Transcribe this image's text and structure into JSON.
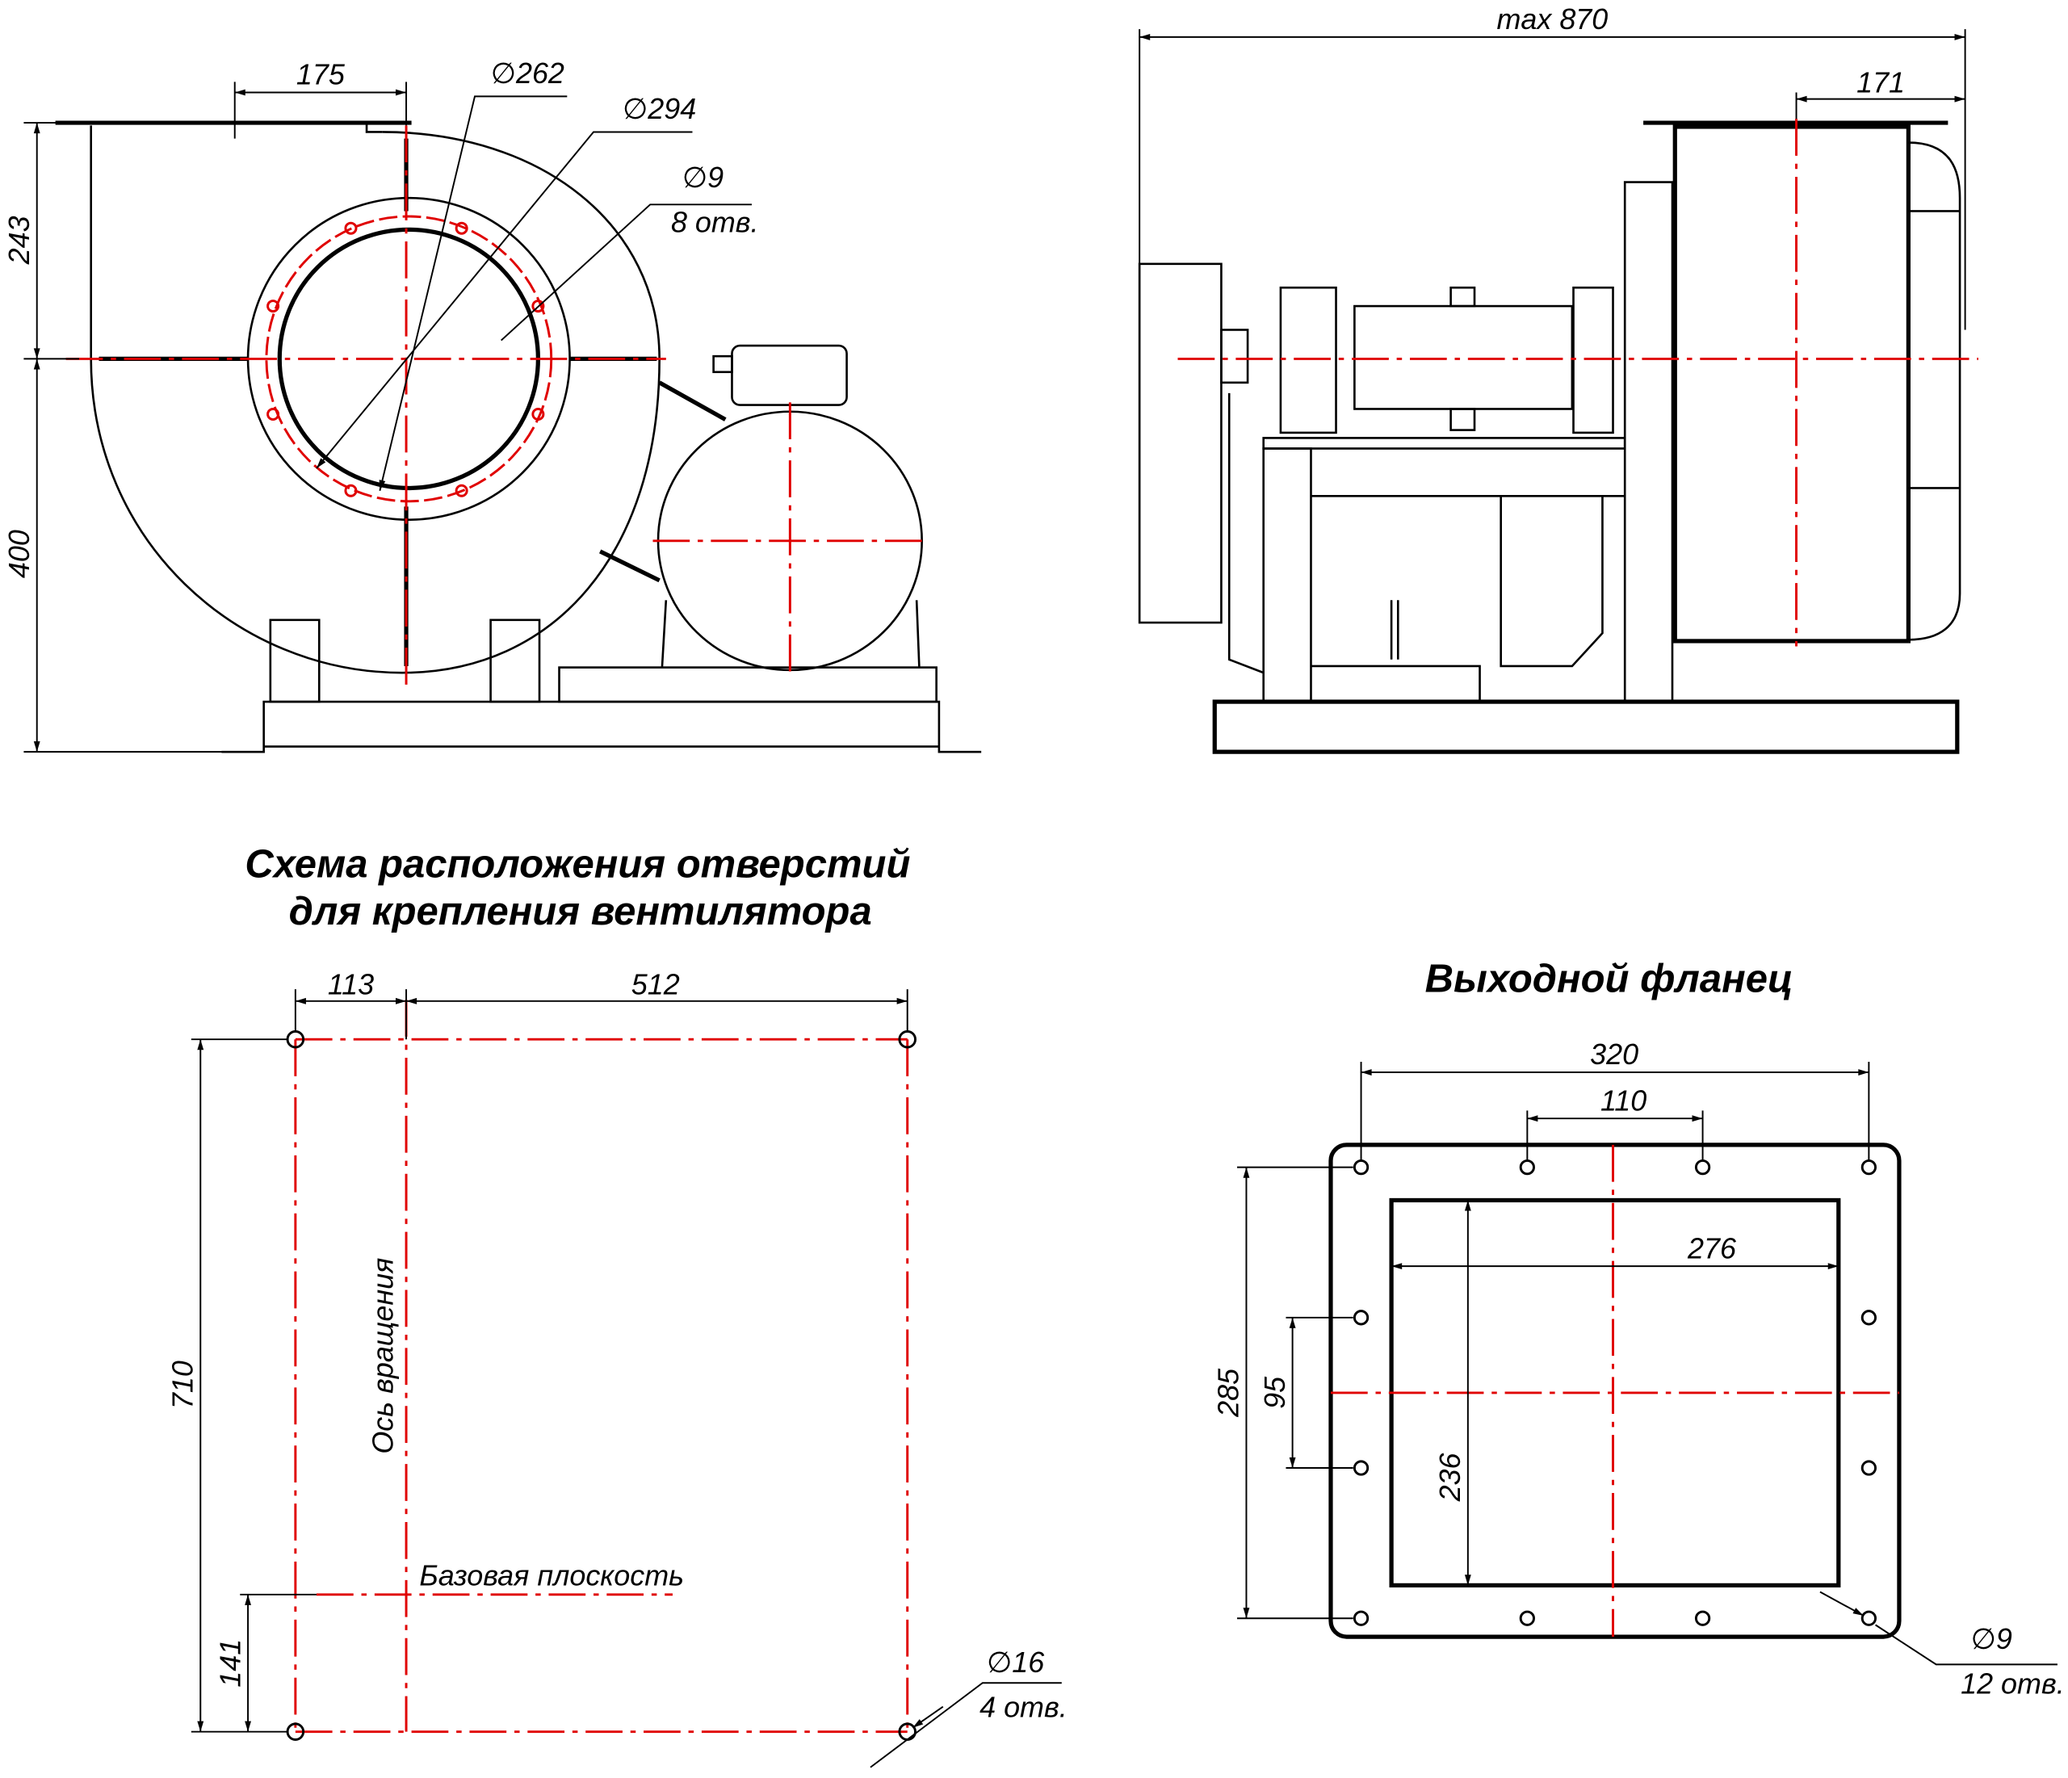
{
  "colors": {
    "line": "#000000",
    "axis": "#e00000",
    "background": "#ffffff"
  },
  "front_view": {
    "dims": {
      "d175": "175",
      "d243": "243",
      "d400": "400",
      "phi262": "∅262",
      "phi294": "∅294",
      "phi9": "∅9",
      "holes8": "8 отв."
    }
  },
  "side_view": {
    "dims": {
      "max870": "max 870",
      "d171": "171"
    }
  },
  "mount_scheme": {
    "title_line1": "Схема расположения отверстий",
    "title_line2": "для крепления вентилятора",
    "dims": {
      "d113": "113",
      "d512": "512",
      "d710": "710",
      "d141": "141",
      "phi16": "∅16",
      "holes4": "4 отв."
    },
    "labels": {
      "axis": "Ось вращения",
      "base_plane": "Базовая  плоскость"
    }
  },
  "outlet_flange": {
    "title": "Выходной фланец",
    "dims": {
      "d320": "320",
      "d110": "110",
      "d276": "276",
      "d285": "285",
      "d95": "95",
      "d236": "236",
      "phi9": "∅9",
      "holes12": "12 отв."
    }
  }
}
